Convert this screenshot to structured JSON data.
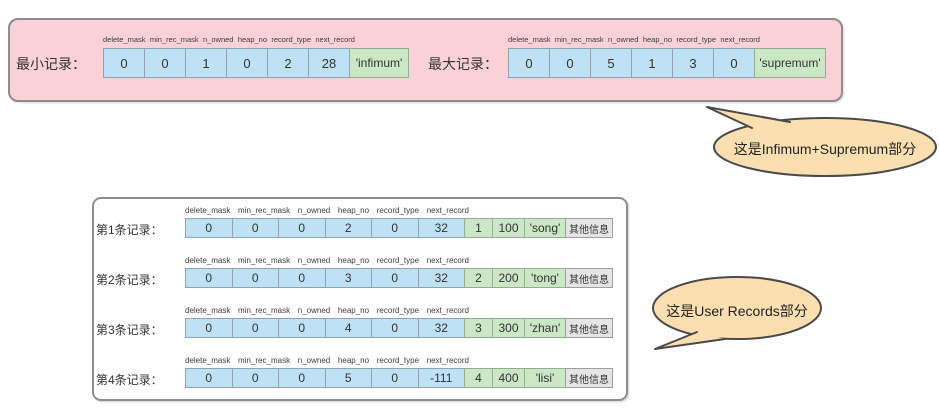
{
  "colors": {
    "pink_box_fill": "#FAD1D7",
    "field_cell_blue": "#BEE1F5",
    "value_cell_green": "#CBE7C6",
    "other_cell_gray": "#E5E5E5",
    "callout_fill": "#FBDFB1",
    "border_gray": "#8d8d8d"
  },
  "headers": [
    "delete_mask",
    "min_rec_mask",
    "n_owned",
    "heap_no",
    "record_type",
    "next_record"
  ],
  "top_box": {
    "min": {
      "label": "最小记录：",
      "values": [
        "0",
        "0",
        "1",
        "0",
        "2",
        "28"
      ],
      "name": "'infimum'"
    },
    "max": {
      "label": "最大记录：",
      "values": [
        "0",
        "0",
        "5",
        "1",
        "3",
        "0"
      ],
      "name": "'supremum'"
    }
  },
  "callouts": {
    "top": "这是Infimum+Supremum部分",
    "bottom": "这是User Records部分"
  },
  "records": [
    {
      "label": "第1条记录：",
      "values": [
        "0",
        "0",
        "0",
        "2",
        "0",
        "32"
      ],
      "extras": [
        "1",
        "100",
        "'song'"
      ],
      "other": "其他信息"
    },
    {
      "label": "第2条记录：",
      "values": [
        "0",
        "0",
        "0",
        "3",
        "0",
        "32"
      ],
      "extras": [
        "2",
        "200",
        "'tong'"
      ],
      "other": "其他信息"
    },
    {
      "label": "第3条记录：",
      "values": [
        "0",
        "0",
        "0",
        "4",
        "0",
        "32"
      ],
      "extras": [
        "3",
        "300",
        "'zhan'"
      ],
      "other": "其他信息"
    },
    {
      "label": "第4条记录：",
      "values": [
        "0",
        "0",
        "0",
        "5",
        "0",
        "-111"
      ],
      "extras": [
        "4",
        "400",
        "'lisi'"
      ],
      "other": "其他信息"
    }
  ]
}
